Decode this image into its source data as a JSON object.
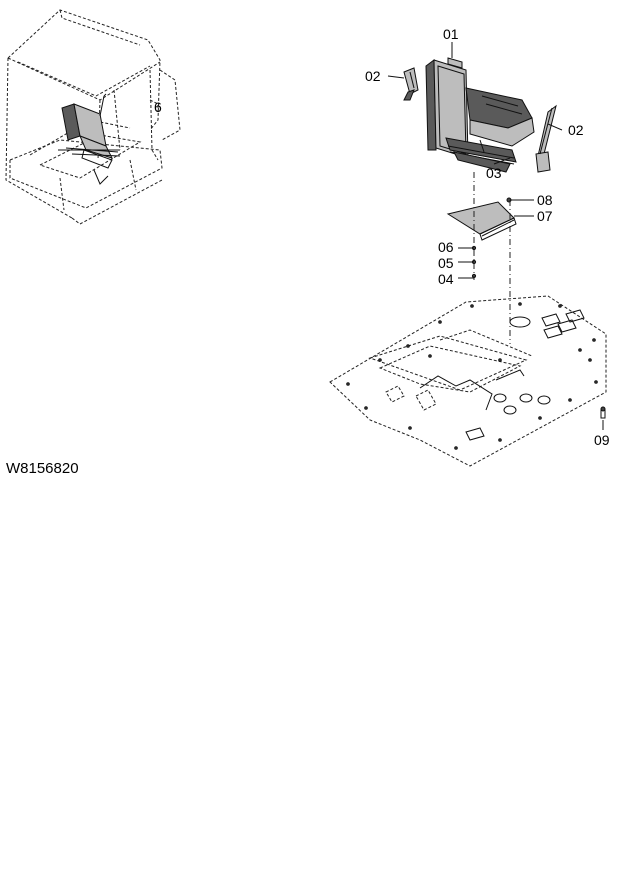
{
  "diagram": {
    "figure_code": "W8156820",
    "labels": {
      "l01": "01",
      "l02a": "02",
      "l02b": "02",
      "l03": "03",
      "l04": "04",
      "l05": "05",
      "l06": "06",
      "l07": "07",
      "l08": "08",
      "l09": "09",
      "cab_ref": "6"
    }
  }
}
